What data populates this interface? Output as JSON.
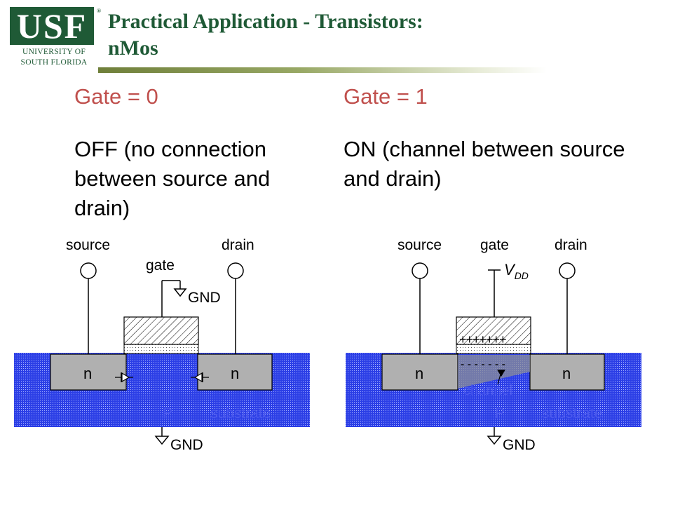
{
  "logo": {
    "mark": "USF",
    "trademark": "®",
    "line1": "UNIVERSITY OF",
    "line2": "SOUTH FLORIDA"
  },
  "title": {
    "line1": "Practical Application - Transistors:",
    "line2": "nMos"
  },
  "left": {
    "heading": "Gate = 0",
    "description": "OFF (no connection between source and drain)",
    "diagram": {
      "source": "source",
      "drain": "drain",
      "gate": "gate",
      "gate_gnd": "GND",
      "n_left": "n",
      "n_right": "n",
      "p": "P",
      "substrate": "substrate",
      "bottom_gnd": "GND"
    }
  },
  "right": {
    "heading": "Gate = 1",
    "description": "ON  (channel between source and drain)",
    "diagram": {
      "source": "source",
      "drain": "drain",
      "gate": "gate",
      "vdd_main": "V",
      "vdd_sub": "DD",
      "plus": "+++++++",
      "minus": "- - - - - - -",
      "channel": "channel",
      "n_left": "n",
      "n_right": "n",
      "p": "P",
      "substrate": "substrate",
      "bottom_gnd": "GND"
    }
  },
  "colors": {
    "title_green": "#1f5a36",
    "heading_red": "#c0504d",
    "substrate_blue": "#2c3fe6",
    "n_region_gray": "#b0b0b0"
  }
}
